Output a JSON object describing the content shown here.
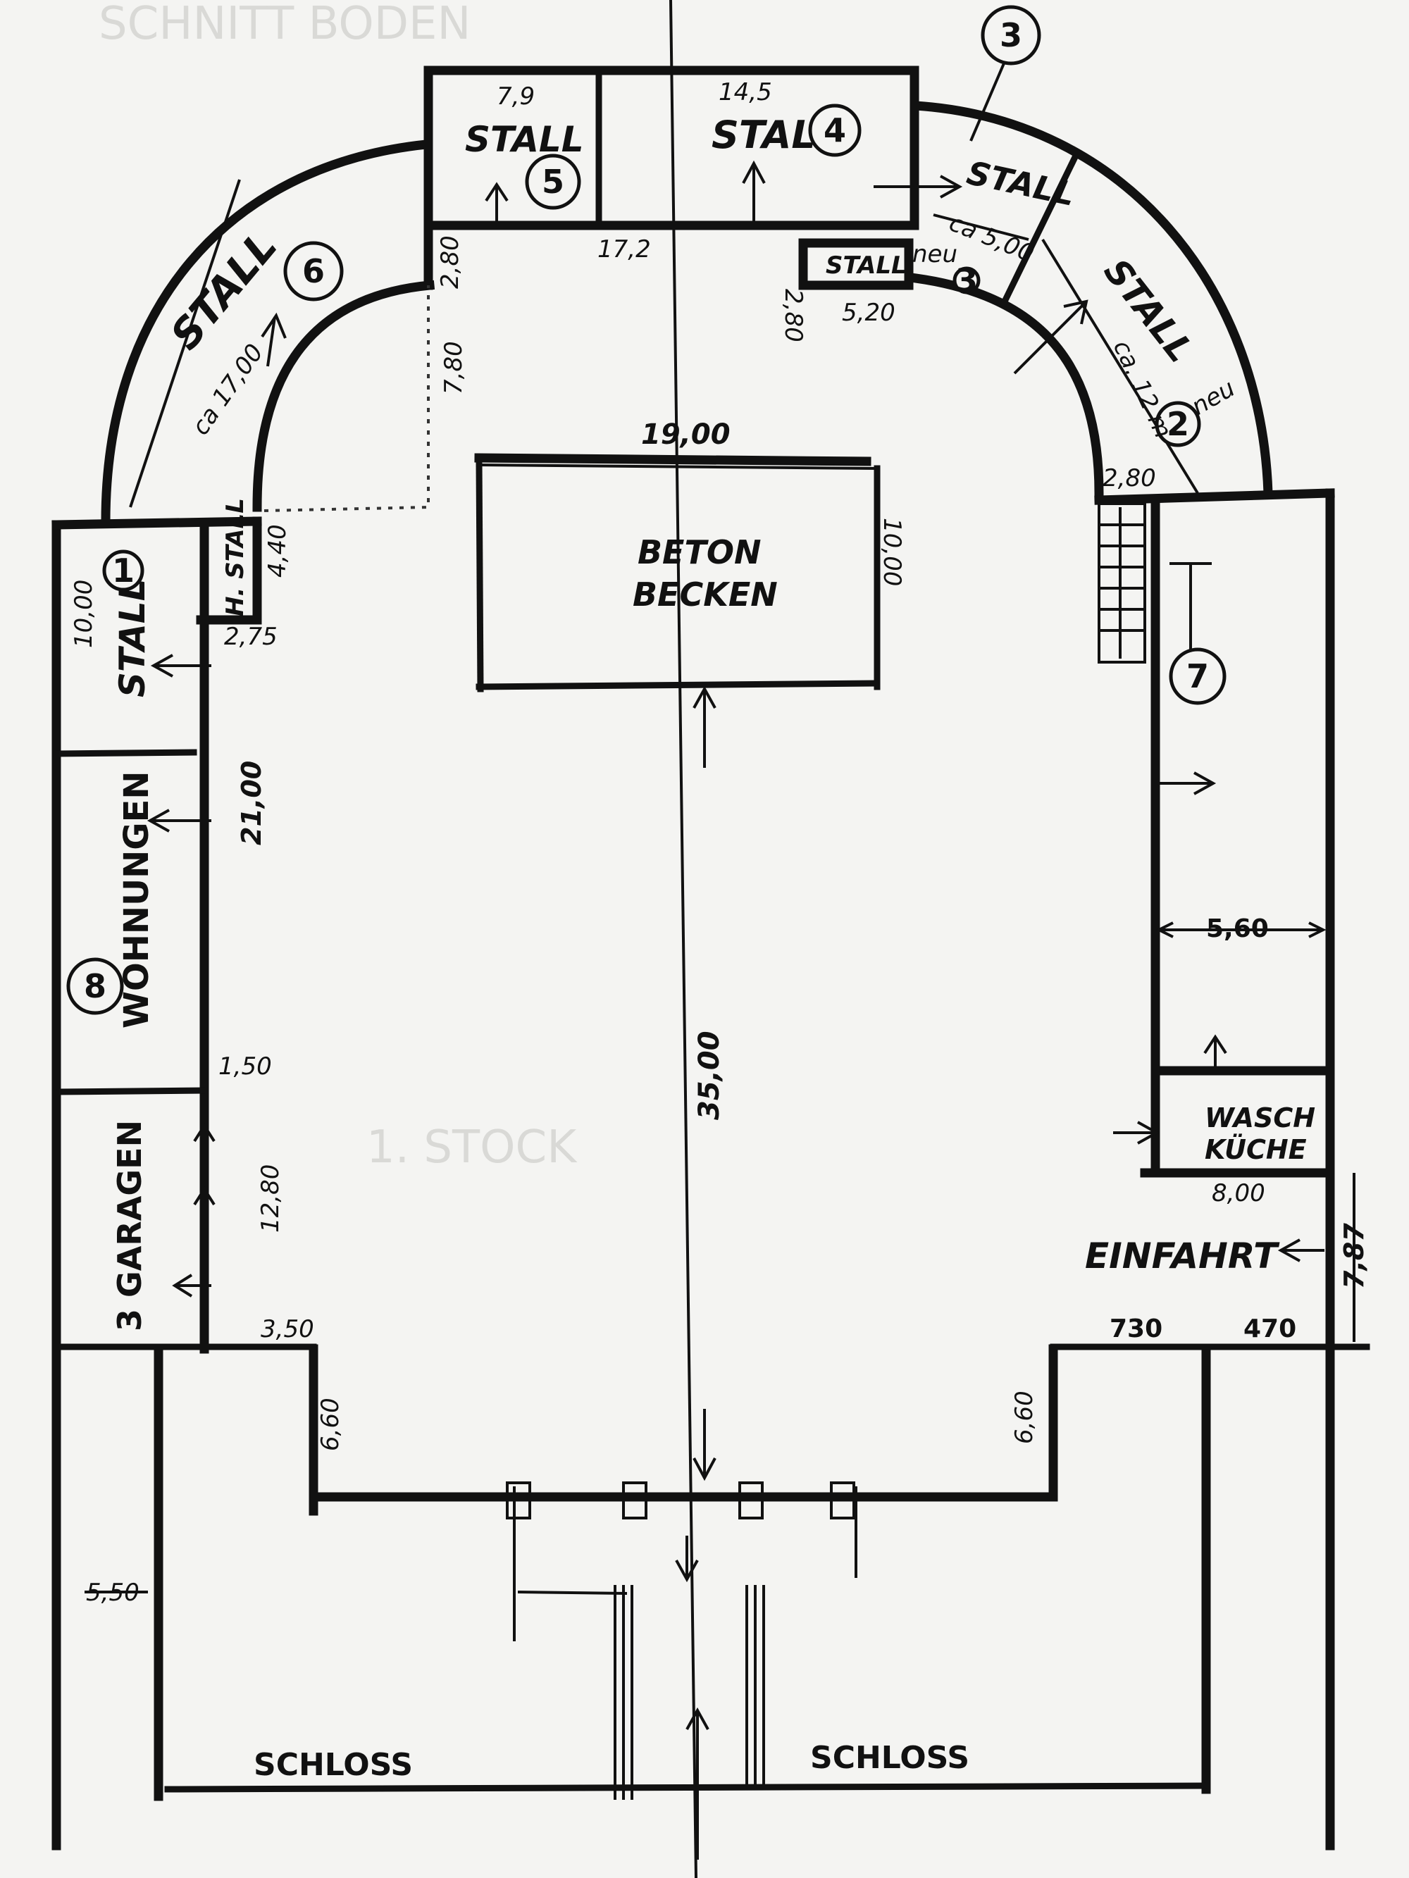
{
  "ghost_texts": {
    "top_left": "SCHNITT BODEN",
    "middle": "1. STOCK"
  },
  "rooms": {
    "stall_5": "STALL",
    "stall_4": "STALL",
    "stall_3": "STALL",
    "stall_small": "STALL",
    "stall_6": "STALL",
    "stall_2": "STALL",
    "stall_2_note": "neu",
    "stall_small_note": "neu",
    "stall_7": "STALL",
    "h_stall": "H. STALL",
    "wohnungen": "WOHNUNGEN",
    "garagen": "3 GARAGEN",
    "beton_line1": "BETON",
    "beton_line2": "BECKEN",
    "wasch_line1": "WASCH",
    "wasch_line2": "KÜCHE",
    "einfahrt": "EINFAHRT",
    "schloss_left": "SCHLOSS",
    "schloss_right": "SCHLOSS"
  },
  "numbers": {
    "n1": "1",
    "n2": "2",
    "n3": "3",
    "n3_small": "3",
    "n4": "4",
    "n5": "5",
    "n6": "6",
    "n7": "7",
    "n8": "8"
  },
  "dimensions": {
    "d_7_9": "7,9",
    "d_14_5": "14,5",
    "d_17_2": "17,2",
    "d_2_80_left": "2,80",
    "d_2_80_mid": "2,80",
    "d_5_20": "5,20",
    "d_ca_5_00": "ca 5,00",
    "d_ca_17_00": "ca 17,00",
    "d_ca_12m": "ca. 12 m",
    "d_7_80": "7,80",
    "d_19_00": "19,00",
    "d_10_00_beton": "10,00",
    "d_2_80_right": "2,80",
    "d_10_00_left": "10,00",
    "d_4_40": "4,40",
    "d_2_75": "2,75",
    "d_21_00": "21,00",
    "d_5_60": "5,60",
    "d_35_00": "35,00",
    "d_1_50": "1,50",
    "d_12_80": "12,80",
    "d_3_50": "3,50",
    "d_8_00": "8,00",
    "d_7_87": "7,87",
    "d_730": "730",
    "d_470": "470",
    "d_6_60_left": "6,60",
    "d_6_60_right": "6,60",
    "d_5_50": "5,50"
  }
}
